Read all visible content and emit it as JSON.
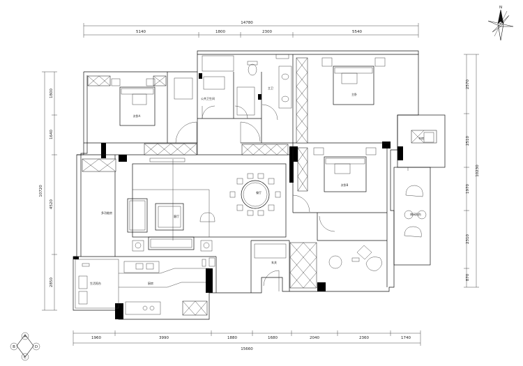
{
  "top_dims": {
    "total": "14780",
    "segments": [
      "5140",
      "1800",
      "2300",
      "5540"
    ]
  },
  "bottom_dims": {
    "total": "15660",
    "segments": [
      "1960",
      "3990",
      "1880",
      "1680",
      "2040",
      "2360",
      "1740"
    ]
  },
  "left_dims": {
    "total": "10720",
    "segments": [
      "1800",
      "1640",
      "4520",
      "2850"
    ]
  },
  "right_dims": {
    "total": "10230",
    "segments": [
      "2570",
      "2510",
      "1970",
      "2310",
      "870"
    ]
  },
  "rooms": {
    "bedroom_left": "次卧A",
    "shared_bath": "公共卫生间",
    "master_bath": "主卫",
    "master_bedroom": "主卧",
    "study": "书房",
    "bedroom_b": "次卧B",
    "living": "客厅",
    "dining": "餐厅",
    "multi_function": "多功能房",
    "kitchen_side": "生活阳台",
    "kitchen": "厨房",
    "foyer": "玄关",
    "balcony": "休闲阳台"
  },
  "compass": {
    "label": "N"
  },
  "legend": {
    "labels": [
      "A",
      "B",
      "C",
      "D"
    ]
  }
}
